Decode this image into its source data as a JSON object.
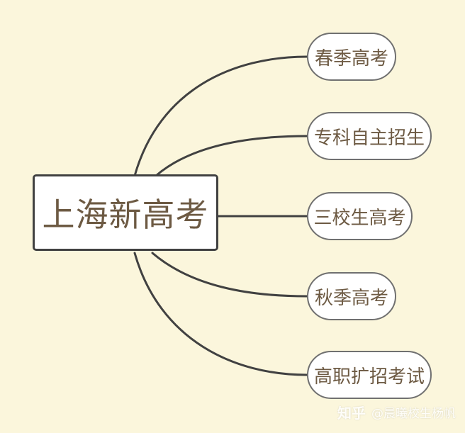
{
  "diagram": {
    "root": {
      "label": "上海新高考"
    },
    "children": [
      {
        "label": "春季高考"
      },
      {
        "label": "专科自主招生"
      },
      {
        "label": "三校生高考"
      },
      {
        "label": "秋季高考"
      },
      {
        "label": "高职扩招考试"
      }
    ]
  },
  "watermark": {
    "brand": "知乎",
    "author": "@晨曦校生杨帆"
  },
  "colors": {
    "background": "#fbf6dc",
    "connector": "#414141",
    "node_border": "#707070",
    "text": "#6d5a43"
  }
}
